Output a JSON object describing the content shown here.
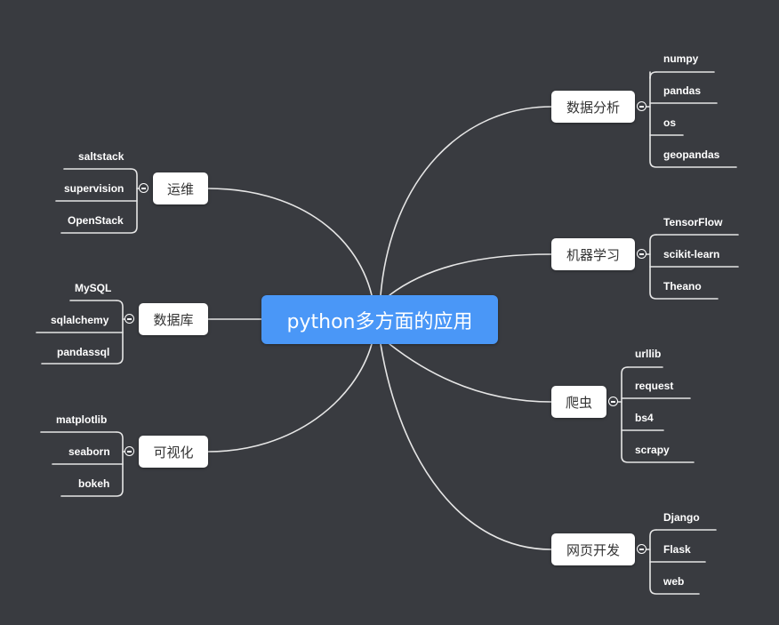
{
  "root": {
    "label": "python多方面的应用"
  },
  "branches": {
    "data_analysis": {
      "label": "数据分析",
      "items": [
        "numpy",
        "pandas",
        "os",
        "geopandas"
      ]
    },
    "machine_learning": {
      "label": "机器学习",
      "items": [
        "TensorFlow",
        "scikit-learn",
        "Theano"
      ]
    },
    "crawler": {
      "label": "爬虫",
      "items": [
        "urllib",
        "request",
        "bs4",
        "scrapy"
      ]
    },
    "web_dev": {
      "label": "网页开发",
      "items": [
        "Django",
        "Flask",
        "web"
      ]
    },
    "ops": {
      "label": "运维",
      "items": [
        "saltstack",
        "supervision",
        "OpenStack"
      ]
    },
    "database": {
      "label": "数据库",
      "items": [
        "MySQL",
        "sqlalchemy",
        "pandassql"
      ]
    },
    "visualization": {
      "label": "可视化",
      "items": [
        "matplotlib",
        "seaborn",
        "bokeh"
      ]
    }
  },
  "colors": {
    "background": "#393b40",
    "root": "#4a97f7",
    "branch": "#ffffff",
    "line": "#e6e6e6"
  }
}
